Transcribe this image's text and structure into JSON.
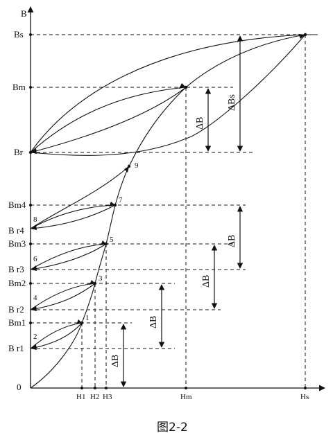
{
  "axes": {
    "y_label": "B",
    "origin": "0"
  },
  "y_labels": {
    "bs": "Bs",
    "bm": "Bm",
    "br": "Br",
    "bm4": "Bm4",
    "br4": "B r4",
    "bm3": "Bm3",
    "br3": "B r3",
    "bm2": "Bm2",
    "br2": "B r2",
    "bm1": "Bm1",
    "br1": "B r1"
  },
  "x_labels": {
    "h1": "H1",
    "h2": "H2",
    "h3": "H3",
    "hm": "Hm",
    "hs": "Hs"
  },
  "points": {
    "p1": "1",
    "p2": "2",
    "p3": "3",
    "p4": "4",
    "p5": "5",
    "p6": "6",
    "p7": "7",
    "p8": "8",
    "p9": "9"
  },
  "deltas": {
    "dbs": "ΔBs",
    "db": "ΔB"
  },
  "caption": "图2-2"
}
